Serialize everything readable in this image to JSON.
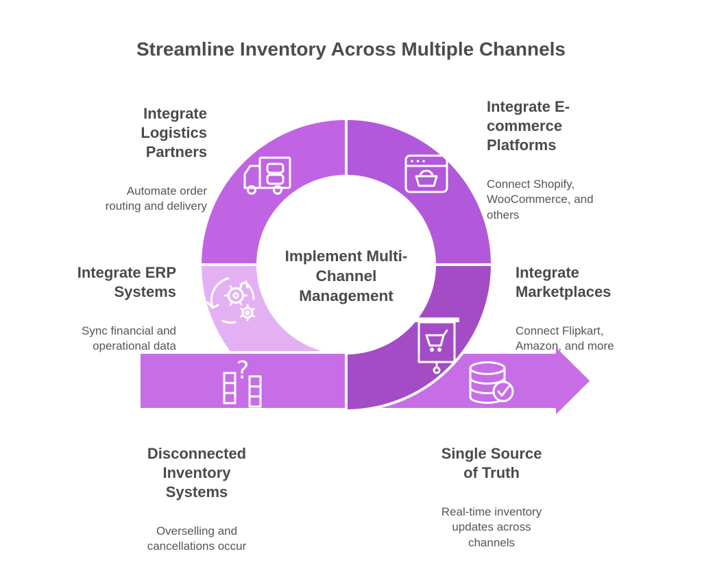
{
  "title": "Streamline Inventory Across Multiple Channels",
  "center": {
    "label": "Implement Multi-\nChannel\nManagement"
  },
  "segments": {
    "logistics": {
      "heading": "Integrate\nLogistics\nPartners",
      "desc": "Automate order\nrouting and delivery"
    },
    "ecommerce": {
      "heading": "Integrate E-\ncommerce\nPlatforms",
      "desc": "Connect Shopify,\nWooCommerce, and\nothers"
    },
    "erp": {
      "heading": "Integrate ERP\nSystems",
      "desc": "Sync financial and\noperational data"
    },
    "marketplaces": {
      "heading": "Integrate\nMarketplaces",
      "desc": "Connect Flipkart,\nAmazon, and more"
    },
    "disconnected": {
      "heading": "Disconnected\nInventory\nSystems",
      "desc": "Overselling and\ncancellations occur"
    },
    "single_source": {
      "heading": "Single Source\nof Truth",
      "desc": "Real-time inventory\nupdates across\nchannels"
    }
  },
  "icons": {
    "top_left": "delivery-truck-icon",
    "top_right": "browser-basket-icon",
    "bottom_left_quadrant": "sync-gears-icon",
    "bottom_right_quadrant": "presentation-cart-icon",
    "arrow_left": "disconnected-systems-icon",
    "arrow_right": "database-check-icon",
    "disconnected_glyph": "?"
  },
  "colors": {
    "quad_top_left": "#c164e3",
    "quad_top_right": "#b258da",
    "quad_bottom_right": "#a34cc5",
    "quad_bottom_left": "#e3b1f3",
    "arrow_band": "#c76ee6",
    "icon_stroke": "#ffffff",
    "heading_text": "#4a4a4a",
    "body_text": "#555555"
  }
}
